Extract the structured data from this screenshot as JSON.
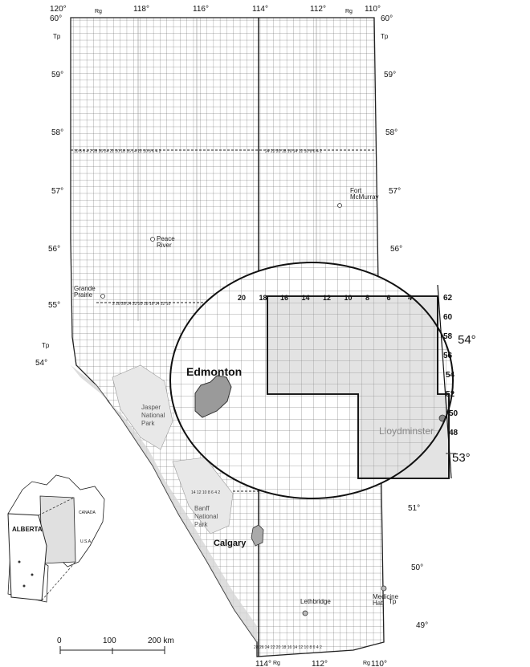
{
  "map": {
    "longitudes_top": [
      {
        "name": "lon-120",
        "label": "120°"
      },
      {
        "name": "lon-118",
        "label": "118°"
      },
      {
        "name": "lon-116",
        "label": "116°"
      },
      {
        "name": "lon-114",
        "label": "114°"
      },
      {
        "name": "lon-112",
        "label": "112°"
      },
      {
        "name": "lon-110",
        "label": "110°"
      }
    ],
    "longitudes_bottom": [
      {
        "name": "lon-bottom-114",
        "label": "114°"
      },
      {
        "name": "lon-bottom-112",
        "label": "112°"
      },
      {
        "name": "lon-bottom-110",
        "label": "110°"
      }
    ],
    "latitudes_left": [
      {
        "name": "lat-left-60",
        "label": "60°"
      },
      {
        "name": "lat-left-59",
        "label": "59°"
      },
      {
        "name": "lat-left-58",
        "label": "58°"
      },
      {
        "name": "lat-left-57",
        "label": "57°"
      },
      {
        "name": "lat-left-56",
        "label": "56°"
      },
      {
        "name": "lat-left-55",
        "label": "55°"
      },
      {
        "name": "lat-left-54",
        "label": "54°"
      }
    ],
    "latitudes_right": [
      {
        "name": "lat-right-60",
        "label": "60°"
      },
      {
        "name": "lat-right-59",
        "label": "59°"
      },
      {
        "name": "lat-right-58",
        "label": "58°"
      },
      {
        "name": "lat-right-57",
        "label": "57°"
      },
      {
        "name": "lat-right-56",
        "label": "56°"
      },
      {
        "name": "lat-right-51",
        "label": "51°"
      },
      {
        "name": "lat-right-50",
        "label": "50°"
      },
      {
        "name": "lat-right-49",
        "label": "49°"
      }
    ],
    "rg_label": "Rg",
    "tp_label": "Tp",
    "cities": [
      {
        "name": "city-fort-mcmurray",
        "label": "Fort McMurray"
      },
      {
        "name": "city-peace-river",
        "label": "Peace River"
      },
      {
        "name": "city-grande-prairie",
        "label": "Grande Prairie"
      },
      {
        "name": "city-calgary",
        "label": "Calgary"
      },
      {
        "name": "city-lethbridge",
        "label": "Lethbridge"
      },
      {
        "name": "city-medicine-hat",
        "label": "Medicine Hat"
      }
    ],
    "parks": [
      {
        "name": "park-jasper",
        "label": "Jasper National Park"
      },
      {
        "name": "park-banff",
        "label": "Banff National Park"
      }
    ],
    "inset_map": {
      "alberta": "ALBERTA",
      "canada": "CANADA",
      "usa": "U.S.A."
    },
    "scale_bar": {
      "ticks": [
        "0",
        "100",
        "200 km"
      ]
    },
    "zoom_inset": {
      "edmonton": "Edmonton",
      "lloydminster": "Lloydminster",
      "lat_54": "54°",
      "lat_53": "53°",
      "range_labels": [
        "20",
        "18",
        "16",
        "14",
        "12",
        "10",
        "8",
        "6",
        "4"
      ],
      "township_labels": [
        "62",
        "60",
        "58",
        "56",
        "54",
        "52",
        "50",
        "48"
      ]
    }
  }
}
